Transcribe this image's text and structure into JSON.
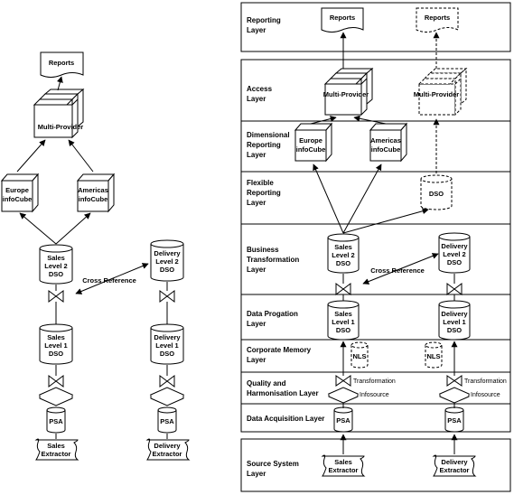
{
  "left": {
    "reports": "Reports",
    "multiprovider": "Multi-Provider",
    "europe": [
      "Europe",
      "infoCube"
    ],
    "americas": [
      "Americas",
      "infoCube"
    ],
    "sales_l2": [
      "Sales",
      "Level 2",
      "DSO"
    ],
    "delivery_l2": [
      "Delivery",
      "Level 2",
      "DSO"
    ],
    "cross_reference": "Cross Reference",
    "sales_l1": [
      "Sales",
      "Level 1",
      "DSO"
    ],
    "delivery_l1": [
      "Delivery",
      "Level 1",
      "DSO"
    ],
    "psa_sales": "PSA",
    "psa_delivery": "PSA",
    "sales_extractor": [
      "Sales",
      "Extractor"
    ],
    "delivery_extractor": [
      "Delivery",
      "Extractor"
    ]
  },
  "right": {
    "layers": [
      [
        "Reporting",
        "Layer"
      ],
      [
        "Access",
        "Layer"
      ],
      [
        "Dimensional",
        "Reporting",
        "Layer"
      ],
      [
        "Flexible",
        "Reporting",
        "Layer"
      ],
      [
        "Business",
        "Transformation",
        "Layer"
      ],
      [
        "Data Progation",
        "Layer"
      ],
      [
        "Corporate Memory",
        "Layer"
      ],
      [
        "Quality and",
        "Harmonisation Layer"
      ],
      [
        "Data Acquisition Layer"
      ],
      [
        "Source System",
        "Layer"
      ]
    ],
    "reports": "Reports",
    "reports_dashed": "Reports",
    "multiprovider": "Multi-Provider",
    "multiprovider_dashed": "Multi-Provider",
    "europe": [
      "Europe",
      "infoCube"
    ],
    "americas": [
      "Americas",
      "infoCube"
    ],
    "dso_flexible": "DSO",
    "sales_l2": [
      "Sales",
      "Level 2",
      "DSO"
    ],
    "delivery_l2": [
      "Delivery",
      "Level 2",
      "DSO"
    ],
    "cross_reference": "Cross Reference",
    "sales_l1": [
      "Sales",
      "Level 1",
      "DSO"
    ],
    "delivery_l1": [
      "Delivery",
      "Level 1",
      "DSO"
    ],
    "nls_sales": "NLS",
    "nls_delivery": "NLS",
    "transformation_sales": "Transformation",
    "transformation_delivery": "Transformation",
    "infosource_sales": "Infosource",
    "infosource_delivery": "Infosource",
    "psa_sales": "PSA",
    "psa_delivery": "PSA",
    "sales_extractor": [
      "Sales",
      "Extractor"
    ],
    "delivery_extractor": [
      "Delivery",
      "Extractor"
    ]
  }
}
